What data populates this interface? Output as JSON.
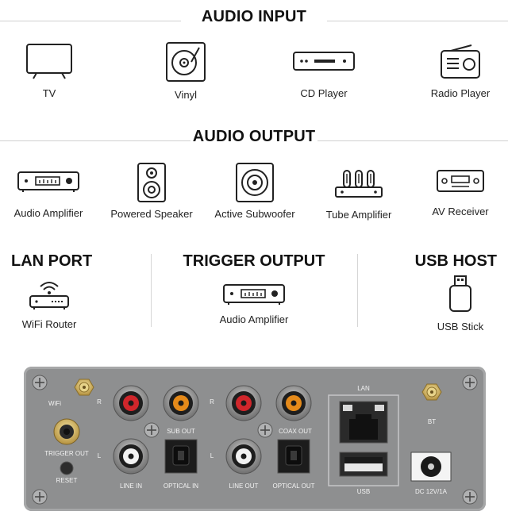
{
  "audio_input": {
    "title": "AUDIO INPUT",
    "items": [
      {
        "label": "TV",
        "icon": "tv-icon"
      },
      {
        "label": "Vinyl",
        "icon": "vinyl-record-player-icon"
      },
      {
        "label": "CD Player",
        "icon": "cd-player-icon"
      },
      {
        "label": "Radio Player",
        "icon": "radio-icon"
      }
    ]
  },
  "audio_output": {
    "title": "AUDIO OUTPUT",
    "items": [
      {
        "label": "Audio Amplifier",
        "icon": "amplifier-icon"
      },
      {
        "label": "Powered Speaker",
        "icon": "speaker-icon"
      },
      {
        "label": "Active Subwoofer",
        "icon": "subwoofer-icon"
      },
      {
        "label": "Tube Amplifier",
        "icon": "tube-amplifier-icon"
      },
      {
        "label": "AV Receiver",
        "icon": "av-receiver-icon"
      }
    ]
  },
  "lan_port": {
    "title": "LAN PORT",
    "label": "WiFi Router",
    "icon": "wifi-router-icon"
  },
  "trigger_output": {
    "title": "TRIGGER OUTPUT",
    "label": "Audio Amplifier",
    "icon": "amplifier-icon"
  },
  "usb_host": {
    "title": "USB HOST",
    "label": "USB Stick",
    "icon": "usb-stick-icon"
  },
  "panel": {
    "wifi": "WiFi",
    "r1": "R",
    "l1": "L",
    "sub_out": "SUB OUT",
    "r2": "R",
    "l2": "L",
    "coax_out": "COAX OUT",
    "lan": "LAN",
    "bt": "BT",
    "trigger_out": "TRIGGER OUT",
    "reset": "RESET",
    "line_in": "LINE IN",
    "optical_in": "OPTICAL IN",
    "line_out": "LINE OUT",
    "optical_out": "OPTICAL OUT",
    "usb": "USB",
    "dc": "DC 12V/1A"
  },
  "colors": {
    "rca_red": "#d0262b",
    "rca_orange": "#e58a1a",
    "rca_white": "#f2f2f2",
    "panel": "#8e8f90",
    "gold": "#d7b860"
  }
}
